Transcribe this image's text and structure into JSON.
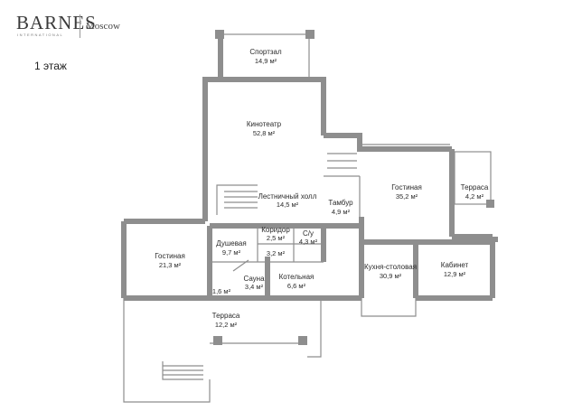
{
  "brand": {
    "name": "BARNES",
    "sub": "INTERNATIONAL",
    "city": "Moscow"
  },
  "floor_label": "1 этаж",
  "rooms": [
    {
      "id": "gym",
      "name": "Спортзал",
      "area": "14,9 м²"
    },
    {
      "id": "cinema",
      "name": "Кинотеатр",
      "area": "52,8 м²"
    },
    {
      "id": "stairhall",
      "name": "Лестничный холл",
      "area": "14,5 м²"
    },
    {
      "id": "vestibule",
      "name": "Тамбур",
      "area": "4,9 м²"
    },
    {
      "id": "living-right",
      "name": "Гостиная",
      "area": "35,2 м²"
    },
    {
      "id": "terrace-small",
      "name": "Терраса",
      "area": "4,2 м²"
    },
    {
      "id": "living-left",
      "name": "Гостиная",
      "area": "21,3 м²"
    },
    {
      "id": "shower",
      "name": "Душевая",
      "area": "9,7 м²"
    },
    {
      "id": "corridor",
      "name": "Коридор",
      "area": "2,5 м²"
    },
    {
      "id": "wc",
      "name": "С/у",
      "area": "4,3 м²"
    },
    {
      "id": "storage",
      "name": "",
      "area": "3,2 м²"
    },
    {
      "id": "sauna",
      "name": "Сауна",
      "area": "3,4 м²"
    },
    {
      "id": "nook",
      "name": "",
      "area": "1,6 м²"
    },
    {
      "id": "boiler",
      "name": "Котельная",
      "area": "6,6 м²"
    },
    {
      "id": "kitchen",
      "name": "Кухня-столовая",
      "area": "30,9 м²"
    },
    {
      "id": "office",
      "name": "Кабинет",
      "area": "12,9 м²"
    },
    {
      "id": "terrace-big",
      "name": "Терраса",
      "area": "12,2 м²"
    }
  ],
  "colors": {
    "wall": "#8e8e8e",
    "text": "#2a2a2a"
  }
}
